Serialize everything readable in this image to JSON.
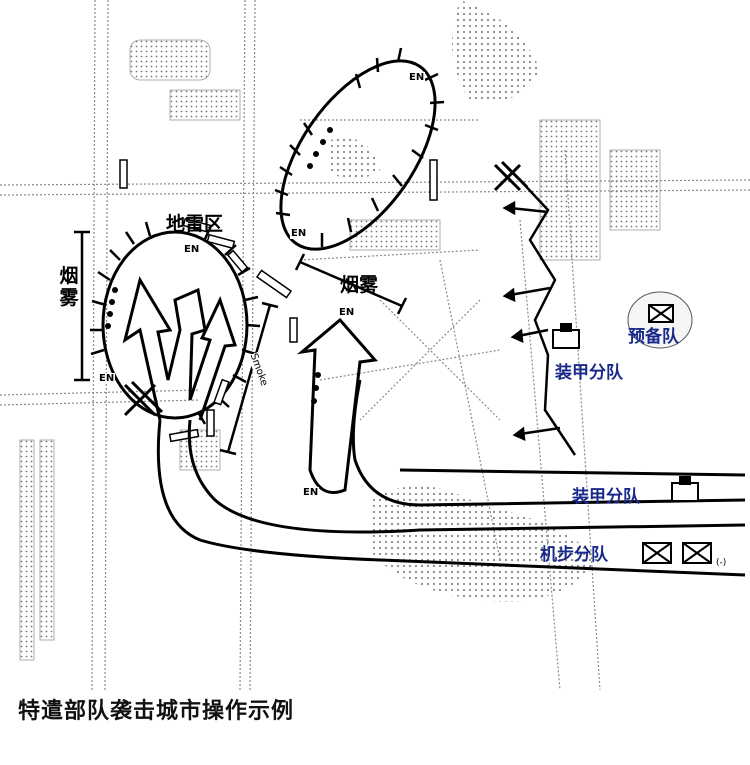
{
  "labels": {
    "minefield": "地雷区",
    "smoke_left": "烟雾",
    "smoke_center": "烟雾",
    "smoke_road": "Smoke",
    "armor_team_1": "装甲分队",
    "armor_team_2": "装甲分队",
    "mech_infantry_team": "机步分队",
    "reserve": "预备队",
    "reduced_marker": "(-)"
  },
  "enemy_markers": [
    "EN",
    "EN",
    "EN",
    "EN",
    "EN",
    "EN"
  ],
  "caption": "特遣部队袭击城市操作示例",
  "colors": {
    "unit_label": "#1a2a8c",
    "lines": "#000000",
    "map_background": "#ffffff",
    "map_detail": "#6b6b6b"
  }
}
